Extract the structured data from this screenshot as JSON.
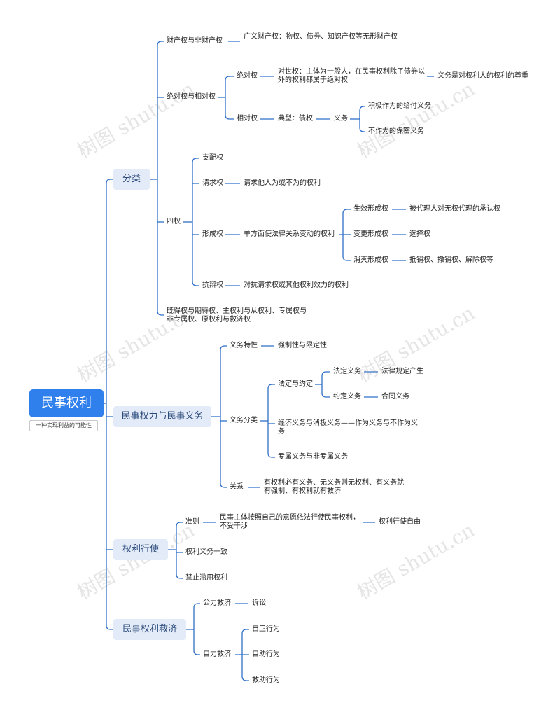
{
  "root": {
    "title": "民事权利",
    "note": "一种实现利益的可能性"
  },
  "watermark": "树图 shutu.cn",
  "colors": {
    "accent": "#2f80ed",
    "line": "#2f6fc9",
    "level1_bg": "#e4ebf8"
  },
  "branches": {
    "classify": {
      "label": "分类",
      "property": {
        "label": "财产权与非财产权",
        "detail": "广义财产权：物权、债券、知识产权等无形财产权"
      },
      "absrel": {
        "label": "绝对权与相对权",
        "absolute": {
          "label": "绝对权",
          "detail": "对世权：主体为一般人，在民事权利除了债券以外的权利都属于绝对权",
          "detail2": "义务是对权利人的权利的尊重"
        },
        "relative": {
          "label": "相对权",
          "typical": "典型：债权",
          "duty": "义务",
          "duty_pos": "积极作为的给付义务",
          "duty_neg": "不作为的保密义务"
        }
      },
      "four": {
        "label": "四权",
        "dominate": "支配权",
        "claim": {
          "label": "请求权",
          "detail": "请求他人为或不为的权利"
        },
        "formation": {
          "label": "形成权",
          "detail": "单方面使法律关系变动的权利",
          "effect": {
            "label": "生效形成权",
            "detail": "被代理人对无权代理的承认权"
          },
          "change": {
            "label": "变更形成权",
            "detail": "选择权"
          },
          "extinct": {
            "label": "消灭形成权",
            "detail": "抵销权、撤销权、解除权等"
          }
        },
        "defense": {
          "label": "抗辩权",
          "detail": "对抗请求权或其他权利效力的权利"
        }
      },
      "other": "既得权与期待权、主权利与从权利、专属权与非专属权、原权利与救济权"
    },
    "duty": {
      "label": "民事权力与民事义务",
      "traits": {
        "label": "义务特性",
        "detail": "强制性与限定性"
      },
      "kinds": {
        "label": "义务分类",
        "legal_agreed": {
          "label": "法定与约定",
          "legal": "法定义务",
          "legal_detail": "法律规定产生",
          "agreed": "约定义务",
          "agreed_detail": "合同义务"
        },
        "economy": "经济义务与消极义务——作为义务与不作为义务",
        "exclusive": "专属义务与非专属义务"
      },
      "relation": {
        "label": "关系",
        "detail": "有权利必有义务、无义务则无权利、有义务就有强制、有权利就有救济"
      }
    },
    "exercise": {
      "label": "权利行使",
      "principle": {
        "label": "准则",
        "detail": "民事主体按照自己的意愿依法行使民事权利，不受干涉",
        "detail2": "权利行使自由"
      },
      "consistent": "权利义务一致",
      "abuse": "禁止滥用权利"
    },
    "remedy": {
      "label": "民事权利救济",
      "public": {
        "label": "公力救济",
        "detail": "诉讼"
      },
      "self": {
        "label": "自力救济",
        "items": [
          "自卫行为",
          "自助行为",
          "救助行为"
        ]
      }
    }
  }
}
